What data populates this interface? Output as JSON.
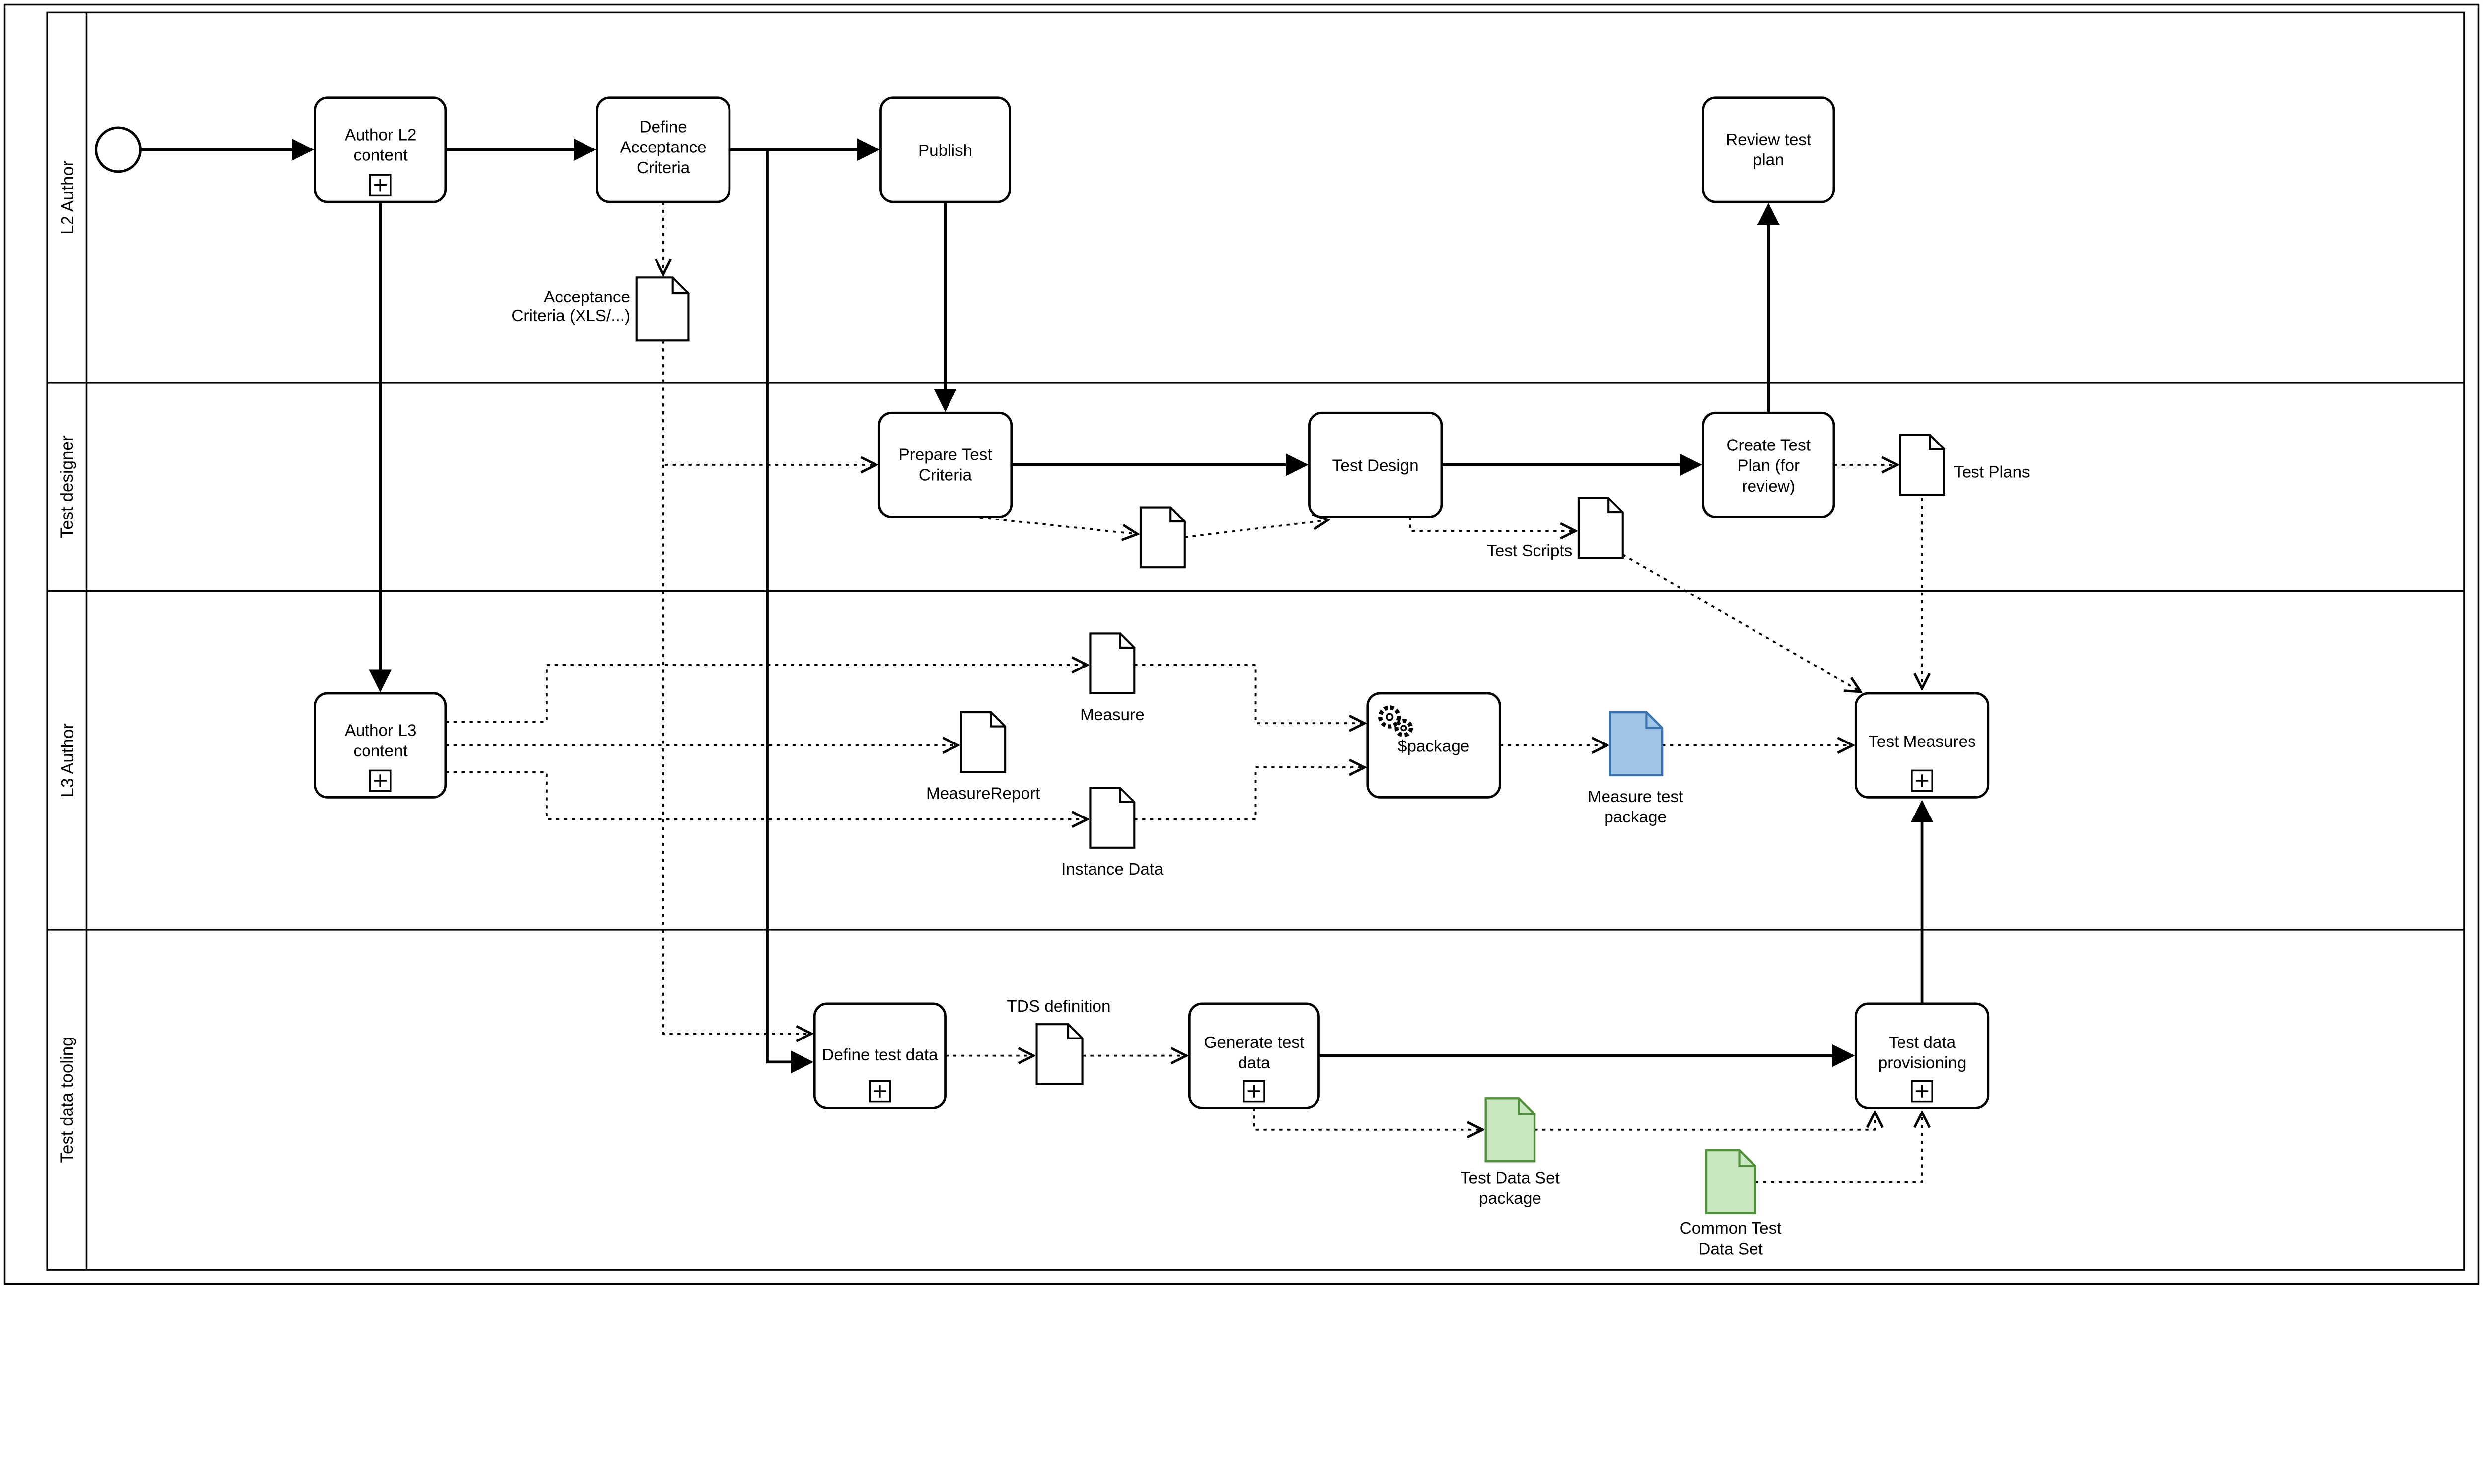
{
  "lanes": [
    {
      "label": "L2 Author"
    },
    {
      "label": "Test designer"
    },
    {
      "label": "L3 Author"
    },
    {
      "label": "Test data tooling"
    }
  ],
  "tasks": {
    "author_l2": {
      "l1": "Author L2",
      "l2": "content"
    },
    "define_acceptance": {
      "l1": "Define",
      "l2": "Acceptance",
      "l3": "Criteria"
    },
    "publish": {
      "l1": "Publish"
    },
    "review_test_plan": {
      "l1": "Review test",
      "l2": "plan"
    },
    "prepare_test_criteria": {
      "l1": "Prepare Test",
      "l2": "Criteria"
    },
    "test_design": {
      "l1": "Test Design"
    },
    "create_test_plan": {
      "l1": "Create Test",
      "l2": "Plan (for",
      "l3": "review)"
    },
    "author_l3": {
      "l1": "Author L3",
      "l2": "content"
    },
    "package": {
      "l1": "$package"
    },
    "test_measures": {
      "l1": "Test Measures"
    },
    "define_test_data": {
      "l1": "Define test data"
    },
    "generate_test_data": {
      "l1": "Generate test",
      "l2": "data"
    },
    "test_data_provisioning": {
      "l1": "Test data",
      "l2": "provisioning"
    }
  },
  "artifacts": {
    "acceptance_criteria": {
      "l1": "Acceptance",
      "l2": "Criteria (XLS/...)"
    },
    "test_scripts": {
      "l1": "Test Scripts"
    },
    "test_plans": {
      "l1": "Test Plans"
    },
    "measure": {
      "l1": "Measure"
    },
    "measure_report": {
      "l1": "MeasureReport"
    },
    "instance_data": {
      "l1": "Instance Data"
    },
    "measure_test_package": {
      "l1": "Measure test",
      "l2": "package"
    },
    "tds_definition": {
      "l1": "TDS definition"
    },
    "test_data_set_package": {
      "l1": "Test Data Set",
      "l2": "package"
    },
    "common_test_data_set": {
      "l1": "Common Test",
      "l2": "Data Set"
    }
  },
  "colors": {
    "blue_fill": "#9fc5e8",
    "blue_stroke": "#3d74b0",
    "blue_text": "#0b5394",
    "green_fill": "#c8e6c0",
    "green_stroke": "#4f8f3a",
    "green_text": "#38761d"
  }
}
